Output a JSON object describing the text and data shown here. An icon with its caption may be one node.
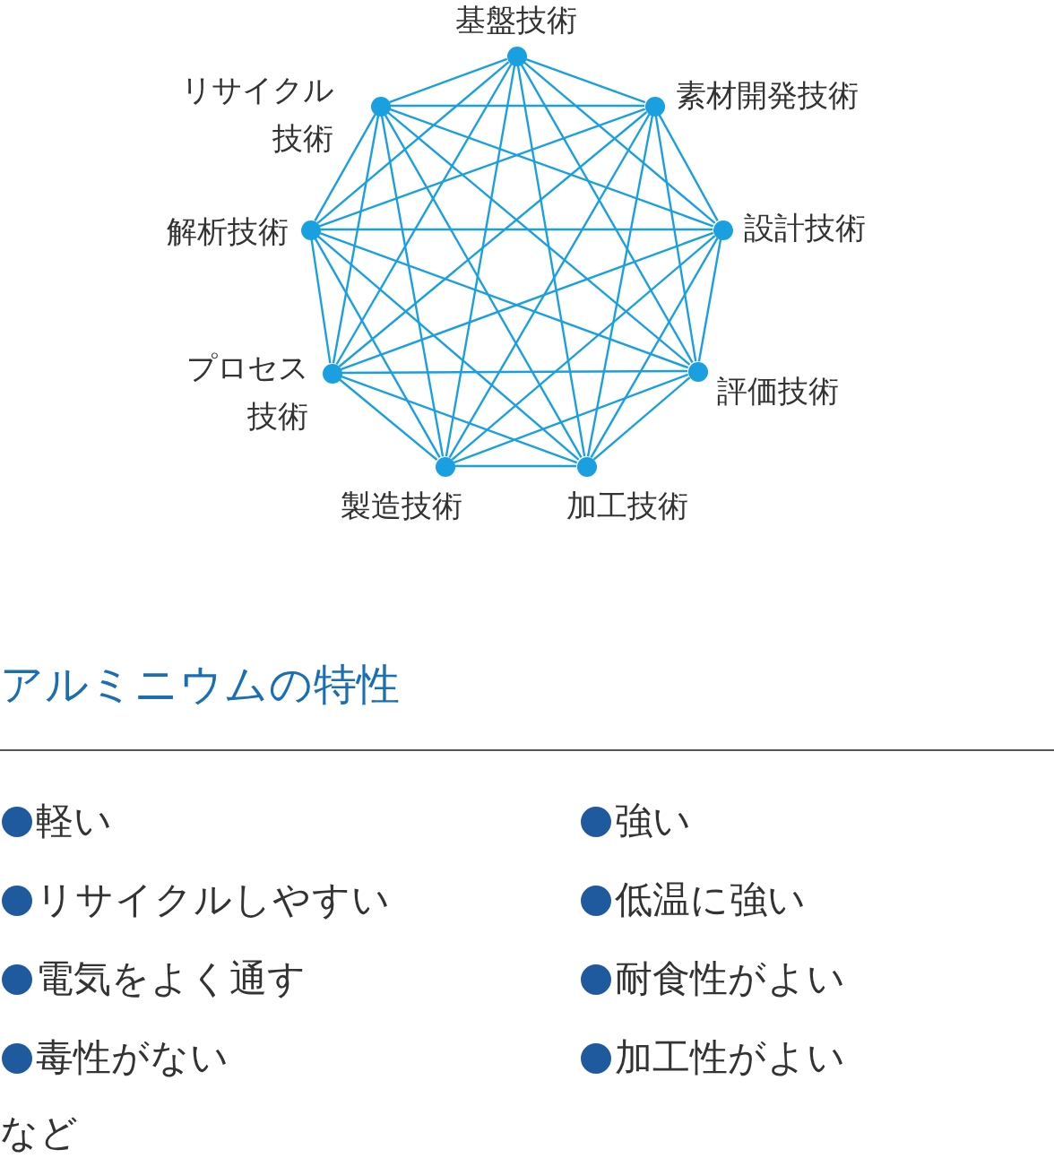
{
  "diagram": {
    "title": "アルミニウムの特性",
    "nodes": [
      {
        "text": [],
        "shape": "circle",
        "beside": [
          "基盤技術"
        ]
      },
      {
        "text": [],
        "shape": "circle",
        "beside": [
          "素材開発技術"
        ]
      },
      {
        "text": [],
        "shape": "circle",
        "beside": [
          "設計技術"
        ]
      },
      {
        "text": [],
        "shape": "circle",
        "beside": [
          "評価技術"
        ]
      },
      {
        "text": [],
        "shape": "circle",
        "beside": [
          "加工技術"
        ]
      },
      {
        "text": [],
        "shape": "circle",
        "beside": [
          "製造技術"
        ]
      },
      {
        "text": [],
        "shape": "circle",
        "beside": [
          "プロセス技術"
        ]
      },
      {
        "text": [],
        "shape": "circle",
        "beside": [
          "解析技術"
        ]
      },
      {
        "text": [],
        "shape": "circle",
        "beside": [
          "リサイクル技術"
        ]
      }
    ],
    "edges": [
      {
        "from": 0,
        "to": 1,
        "arrow": "none"
      },
      {
        "from": 0,
        "to": 2,
        "arrow": "none"
      },
      {
        "from": 0,
        "to": 3,
        "arrow": "none"
      },
      {
        "from": 0,
        "to": 4,
        "arrow": "none"
      },
      {
        "from": 0,
        "to": 5,
        "arrow": "none"
      },
      {
        "from": 0,
        "to": 6,
        "arrow": "none"
      },
      {
        "from": 0,
        "to": 7,
        "arrow": "none"
      },
      {
        "from": 0,
        "to": 8,
        "arrow": "none"
      },
      {
        "from": 1,
        "to": 2,
        "arrow": "none"
      },
      {
        "from": 1,
        "to": 3,
        "arrow": "none"
      },
      {
        "from": 1,
        "to": 4,
        "arrow": "none"
      },
      {
        "from": 1,
        "to": 5,
        "arrow": "none"
      },
      {
        "from": 1,
        "to": 6,
        "arrow": "none"
      },
      {
        "from": 1,
        "to": 7,
        "arrow": "none"
      },
      {
        "from": 1,
        "to": 8,
        "arrow": "none"
      },
      {
        "from": 2,
        "to": 3,
        "arrow": "none"
      },
      {
        "from": 2,
        "to": 4,
        "arrow": "none"
      },
      {
        "from": 2,
        "to": 5,
        "arrow": "none"
      },
      {
        "from": 2,
        "to": 6,
        "arrow": "none"
      },
      {
        "from": 2,
        "to": 7,
        "arrow": "none"
      },
      {
        "from": 2,
        "to": 8,
        "arrow": "none"
      },
      {
        "from": 3,
        "to": 4,
        "arrow": "none"
      },
      {
        "from": 3,
        "to": 5,
        "arrow": "none"
      },
      {
        "from": 3,
        "to": 6,
        "arrow": "none"
      },
      {
        "from": 3,
        "to": 7,
        "arrow": "none"
      },
      {
        "from": 3,
        "to": 8,
        "arrow": "none"
      },
      {
        "from": 4,
        "to": 5,
        "arrow": "none"
      },
      {
        "from": 4,
        "to": 6,
        "arrow": "none"
      },
      {
        "from": 4,
        "to": 7,
        "arrow": "none"
      },
      {
        "from": 4,
        "to": 8,
        "arrow": "none"
      },
      {
        "from": 5,
        "to": 6,
        "arrow": "none"
      },
      {
        "from": 5,
        "to": 7,
        "arrow": "none"
      },
      {
        "from": 5,
        "to": 8,
        "arrow": "none"
      },
      {
        "from": 6,
        "to": 7,
        "arrow": "none"
      },
      {
        "from": 6,
        "to": 8,
        "arrow": "none"
      },
      {
        "from": 7,
        "to": 8,
        "arrow": "none"
      }
    ],
    "labels": [
      "軽い",
      "強い",
      "リサイクルしやすい",
      "低温に強い",
      "電気をよく通す",
      "耐食性がよい",
      "毒性がない",
      "加工性がよい",
      "など"
    ]
  }
}
